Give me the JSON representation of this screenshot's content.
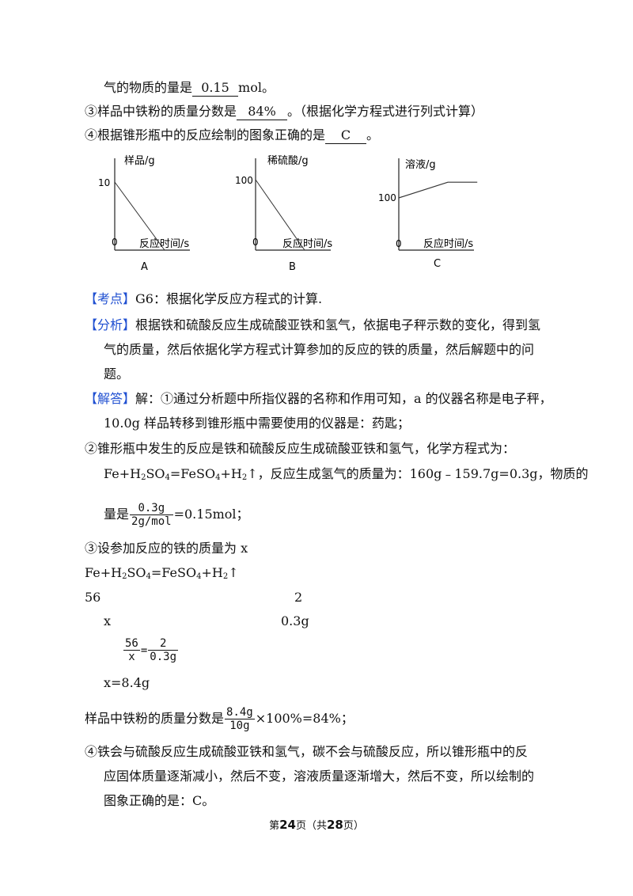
{
  "q2_tail": {
    "prefix": "气的物质的量是",
    "answer": "0.15",
    "suffix": "mol。"
  },
  "q3": {
    "prefix": "③样品中铁粉的质量分数是",
    "answer": "84%",
    "suffix": "。（根据化学方程式进行列式计算）"
  },
  "q4": {
    "prefix": "④根据锥形瓶中的反应绘制的图象正确的是",
    "answer": "C",
    "suffix": "。"
  },
  "charts": {
    "common_x_label": "反应时间/s",
    "origin": "0",
    "A": {
      "caption": "A",
      "ylabel": "样品/g",
      "ytick": "10"
    },
    "B": {
      "caption": "B",
      "ylabel": "稀硫酸/g",
      "ytick": "100"
    },
    "C": {
      "caption": "C",
      "ylabel": "溶液/g",
      "ytick": "100"
    }
  },
  "chart_data": [
    {
      "type": "line",
      "title": "A",
      "ylabel": "样品/g",
      "xlabel": "反应时间/s",
      "yticks": [
        0,
        10
      ],
      "series": [
        {
          "x": [
            0,
            1
          ],
          "y": [
            10,
            0
          ]
        }
      ]
    },
    {
      "type": "line",
      "title": "B",
      "ylabel": "稀硫酸/g",
      "xlabel": "反应时间/s",
      "yticks": [
        0,
        100
      ],
      "series": [
        {
          "x": [
            0,
            1
          ],
          "y": [
            100,
            0
          ]
        }
      ]
    },
    {
      "type": "line",
      "title": "C",
      "ylabel": "溶液/g",
      "xlabel": "反应时间/s",
      "yticks": [
        0,
        100
      ],
      "series": [
        {
          "x": [
            0,
            1,
            1.6
          ],
          "y": [
            100,
            130,
            130
          ]
        }
      ]
    }
  ],
  "kaodian": {
    "tag": "【考点】",
    "text": "G6：根据化学反应方程式的计算."
  },
  "fenxi": {
    "tag": "【分析】",
    "line1": "根据铁和硫酸反应生成硫酸亚铁和氢气，依据电子秤示数的变化，得到氢",
    "line2": "气的质量，然后依据化学方程式计算参加的反应的铁的质量，然后解题中的问",
    "line3": "题。"
  },
  "jieda": {
    "tag": "【解答】",
    "line1": "解：①通过分析题中所指仪器的名称和作用可知，a 的仪器名称是电子秤，",
    "line2": "10.0g 样品转移到锥形瓶中需要使用的仪器是：药匙；",
    "line3": "②锥形瓶中发生的反应是铁和硫酸反应生成硫酸亚铁和氢气，化学方程式为：",
    "eq_fe": "Fe+H",
    "eq_so4": "SO",
    "eq_mid": "=FeSO",
    "eq_h": "+H",
    "eq_tail": "↑，反应生成氢气的质量为：160g﹣159.7g=0.3g，物质的",
    "sub2": "2",
    "sub4": "4",
    "mol_prefix": "量是",
    "mol_num": "0.3g",
    "mol_den": "2g/mol",
    "mol_result": "=0.15mol；",
    "step3": "③设参加反应的铁的质量为 x",
    "eq_arrow": "↑",
    "ratio_fe": "56",
    "ratio_h2": "2",
    "var_x": "x",
    "val_h2": "0.3g",
    "prop_num_l": "56",
    "prop_den_l": "x",
    "prop_eq": "=",
    "prop_num_r": "2",
    "prop_den_r": "0.3g",
    "x_result": "x=8.4g",
    "pct_prefix": "样品中铁粉的质量分数是",
    "pct_num": "8.4g",
    "pct_den": "10g",
    "pct_tail": "×100%=84%；",
    "step4_l1": "④铁会与硫酸反应生成硫酸亚铁和氢气，碳不会与硫酸反应，所以锥形瓶中的反",
    "step4_l2": "应固体质量逐渐减小，然后不变，溶液质量逐渐增大，然后不变，所以绘制的",
    "step4_l3": "图象正确的是：C。"
  },
  "footer": {
    "pre": "第",
    "page": "24",
    "mid": "页（共",
    "total": "28",
    "post": "页）"
  }
}
